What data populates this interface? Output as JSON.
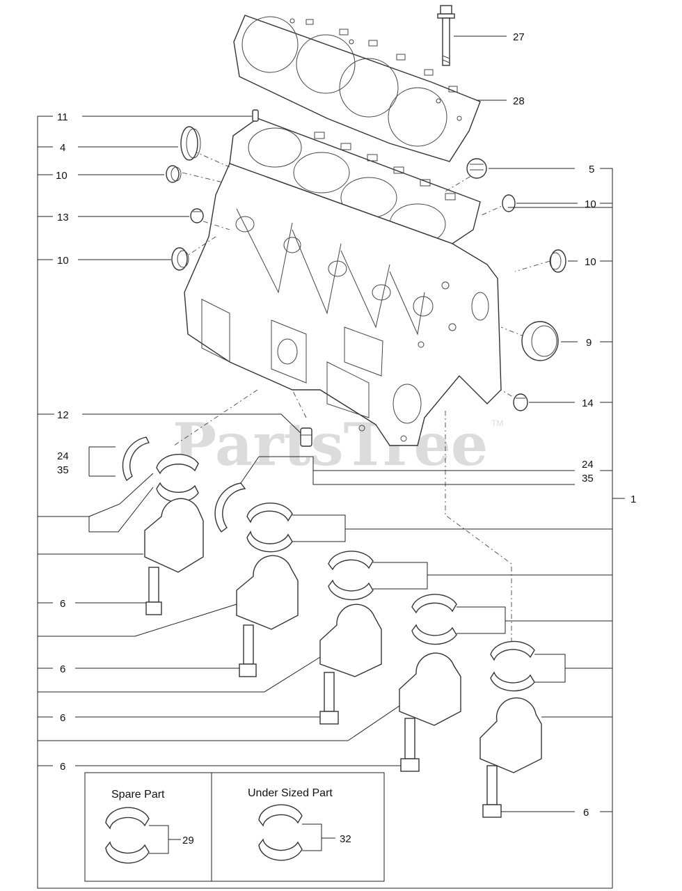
{
  "watermark": {
    "text": "PartsTree",
    "trademark": "TM"
  },
  "callouts": [
    {
      "id": "c27",
      "label": "27"
    },
    {
      "id": "c28",
      "label": "28"
    },
    {
      "id": "c11",
      "label": "11"
    },
    {
      "id": "c4",
      "label": "4"
    },
    {
      "id": "c10a",
      "label": "10"
    },
    {
      "id": "c13",
      "label": "13"
    },
    {
      "id": "c10b",
      "label": "10"
    },
    {
      "id": "c5",
      "label": "5"
    },
    {
      "id": "c10c",
      "label": "10"
    },
    {
      "id": "c10d",
      "label": "10"
    },
    {
      "id": "c9",
      "label": "9"
    },
    {
      "id": "c14",
      "label": "14"
    },
    {
      "id": "c12",
      "label": "12"
    },
    {
      "id": "c24a",
      "label": "24"
    },
    {
      "id": "c35a",
      "label": "35"
    },
    {
      "id": "c24b",
      "label": "24"
    },
    {
      "id": "c35b",
      "label": "35"
    },
    {
      "id": "c1",
      "label": "1"
    },
    {
      "id": "c6a",
      "label": "6"
    },
    {
      "id": "c6b",
      "label": "6"
    },
    {
      "id": "c6c",
      "label": "6"
    },
    {
      "id": "c6d",
      "label": "6"
    },
    {
      "id": "c6e",
      "label": "6"
    },
    {
      "id": "c29",
      "label": "29"
    },
    {
      "id": "c32",
      "label": "32"
    }
  ],
  "legend_box": {
    "spare_part_title": "Spare Part",
    "under_sized_title": "Under Sized Part"
  }
}
